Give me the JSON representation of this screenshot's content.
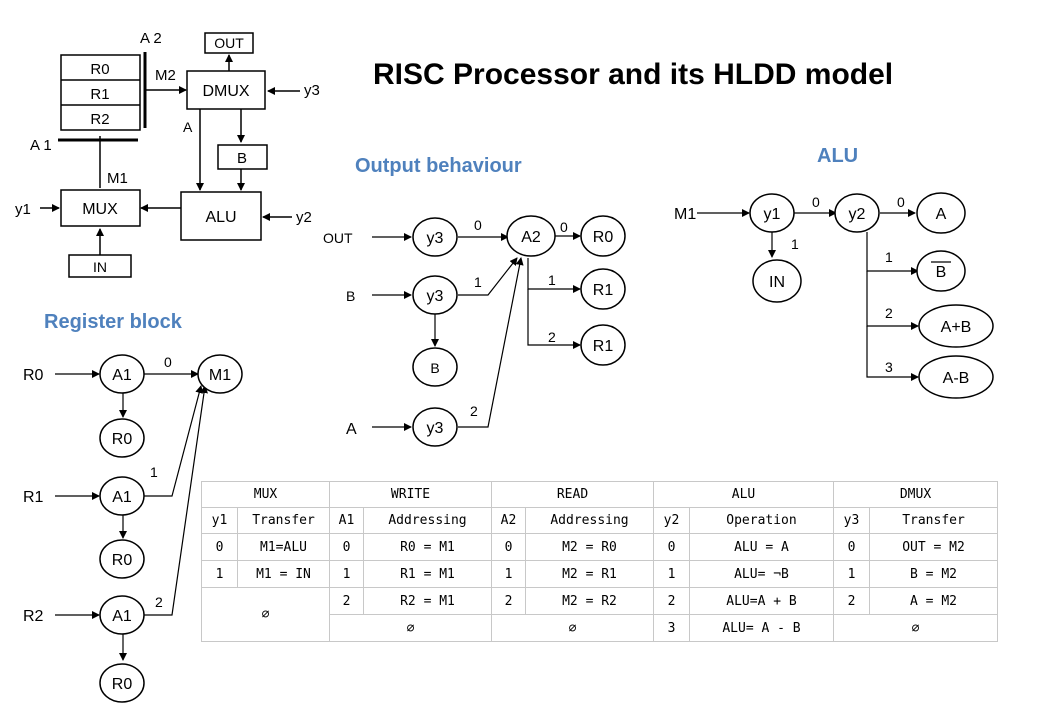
{
  "title": "RISC Processor and its HLDD model",
  "sections": {
    "output": "Output behaviour",
    "alu": "ALU",
    "register": "Register block"
  },
  "block": {
    "regs": [
      "R0",
      "R1",
      "R2"
    ],
    "out": "OUT",
    "dmux": "DMUX",
    "b": "B",
    "alu": "ALU",
    "mux": "MUX",
    "in": "IN",
    "m2": "M2",
    "m1": "M1",
    "a1": "A 1",
    "a2": "A 2",
    "a": "A",
    "y1": "y1",
    "y2": "y2",
    "y3": "y3"
  },
  "hldd_output": {
    "inputs": [
      "OUT",
      "B",
      "A"
    ],
    "y3": "y3",
    "a2": "A2",
    "b": "B",
    "leaves": [
      "R0",
      "R1",
      "R1"
    ],
    "edges": {
      "y3_0": "0",
      "y3_1": "1",
      "y3_2": "2",
      "a2_0": "0",
      "a2_1": "1",
      "a2_2": "2"
    }
  },
  "hldd_alu": {
    "m1": "M1",
    "y1": "y1",
    "y2": "y2",
    "in": "IN",
    "leaves": [
      "A",
      "B",
      "A+B",
      "A-B"
    ],
    "edges": {
      "y1_0": "0",
      "y1_1": "1",
      "y2_0": "0",
      "y2_1": "1",
      "y2_2": "2",
      "y2_3": "3"
    }
  },
  "hldd_register": {
    "inputs": [
      "R0",
      "R1",
      "R2"
    ],
    "a1": "A1",
    "m1": "M1",
    "r0": "R0",
    "edges": {
      "e0": "0",
      "e1": "1",
      "e2": "2"
    }
  },
  "table": {
    "groups": [
      "MUX",
      "WRITE",
      "READ",
      "ALU",
      "DMUX"
    ],
    "subheaders": [
      "y1",
      "Transfer",
      "A1",
      "Addressing",
      "A2",
      "Addressing",
      "y2",
      "Operation",
      "y3",
      "Transfer"
    ],
    "rows": [
      {
        "mux": [
          "0",
          "M1=ALU"
        ],
        "write": [
          "0",
          "R0 = M1"
        ],
        "read": [
          "0",
          "M2 = R0"
        ],
        "alu": [
          "0",
          "ALU = A"
        ],
        "dmux": [
          "0",
          "OUT = M2"
        ]
      },
      {
        "mux": [
          "1",
          "M1 = IN"
        ],
        "write": [
          "1",
          "R1 = M1"
        ],
        "read": [
          "1",
          "M2 = R1"
        ],
        "alu": [
          "1",
          "ALU= ¬B"
        ],
        "dmux": [
          "1",
          "B = M2"
        ]
      },
      {
        "mux_empty": "∅",
        "write": [
          "2",
          "R2 = M1"
        ],
        "read": [
          "2",
          "M2 = R2"
        ],
        "alu": [
          "2",
          "ALU=A + B"
        ],
        "dmux": [
          "2",
          "A = M2"
        ]
      },
      {
        "write_empty": "∅",
        "read_empty": "∅",
        "alu": [
          "3",
          "ALU= A - B"
        ],
        "dmux_empty": "∅"
      }
    ]
  }
}
